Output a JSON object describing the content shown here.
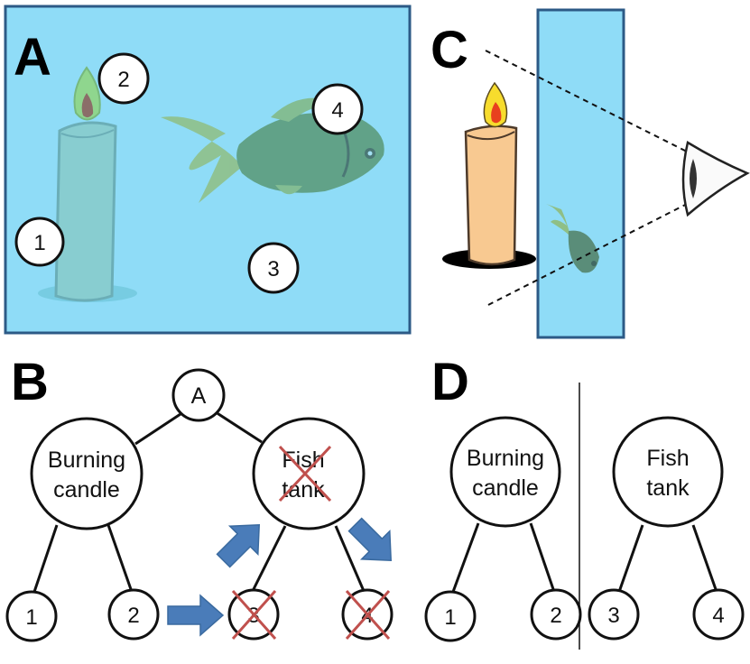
{
  "panels": {
    "a": {
      "letter": "A",
      "markers": [
        "1",
        "2",
        "3",
        "4"
      ]
    },
    "b": {
      "letter": "B",
      "root": "A",
      "candle": [
        "Burning",
        "candle"
      ],
      "tank": [
        "Fish",
        "tank"
      ],
      "leaves": [
        "1",
        "2",
        "3",
        "4"
      ]
    },
    "c": {
      "letter": "C"
    },
    "d": {
      "letter": "D",
      "candle": [
        "Burning",
        "candle"
      ],
      "tank": [
        "Fish",
        "tank"
      ],
      "leaves": [
        "1",
        "2",
        "3",
        "4"
      ]
    }
  },
  "colors": {
    "water": "#8fdcf7",
    "frame": "#2c5a86",
    "arrow": "#4a7cb9",
    "cross": "#c0504d"
  },
  "icons": {
    "candle": "candle-icon",
    "fish": "fish-icon",
    "eye": "eye-icon",
    "arrow": "arrow-icon",
    "cross": "cross-icon"
  }
}
